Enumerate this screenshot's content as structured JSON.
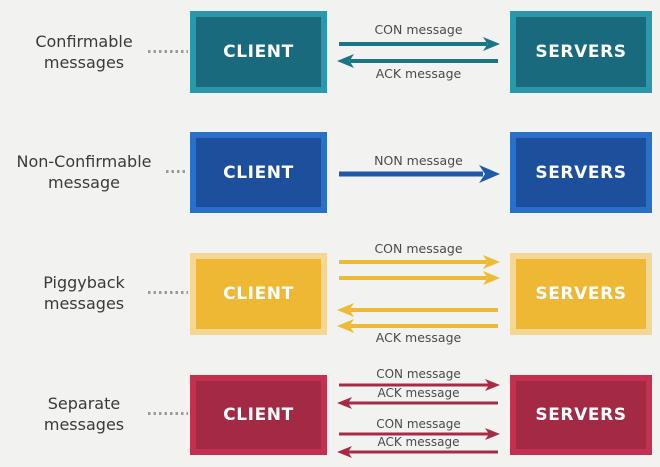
{
  "colors": {
    "background": "#f2f2f1",
    "label_text": "#3a3a3a",
    "arrow_label_text": "#4a4a4a",
    "box_text": "#ffffff",
    "dotted_line": "#9a9a9a",
    "teal_border": "#2b97aa",
    "teal_fill": "#196a7c",
    "teal_arrow": "#1a7585",
    "blue_border": "#2b70c8",
    "blue_fill": "#1c4f9c",
    "blue_arrow": "#1d5aa9",
    "yellow_border": "#f4d795",
    "yellow_fill": "#eeb835",
    "yellow_arrow": "#efba33",
    "red_border": "#c43150",
    "red_fill": "#a32945",
    "red_arrow": "#a62c45"
  },
  "rows": [
    {
      "name": "confirmable",
      "label_line1": "Confirmable",
      "label_line2": "messages",
      "client_label": "CLIENT",
      "server_label": "SERVERS",
      "arrows": [
        {
          "label": "CON message",
          "direction": "right"
        },
        {
          "label": "ACK message",
          "direction": "left"
        }
      ]
    },
    {
      "name": "non-confirmable",
      "label_line1": "Non-Confirmable",
      "label_line2": "message",
      "client_label": "CLIENT",
      "server_label": "SERVERS",
      "arrows": [
        {
          "label": "NON message",
          "direction": "right"
        }
      ]
    },
    {
      "name": "piggyback",
      "label_line1": "Piggyback",
      "label_line2": "messages",
      "client_label": "CLIENT",
      "server_label": "SERVERS",
      "arrows": [
        {
          "label": "CON message",
          "direction": "right"
        },
        {
          "label": "",
          "direction": "right"
        },
        {
          "label": "",
          "direction": "left"
        },
        {
          "label": "ACK message",
          "direction": "left"
        }
      ]
    },
    {
      "name": "separate",
      "label_line1": "Separate",
      "label_line2": "messages",
      "client_label": "CLIENT",
      "server_label": "SERVERS",
      "arrows": [
        {
          "label": "CON message",
          "direction": "right"
        },
        {
          "label": "ACK message",
          "direction": "left"
        },
        {
          "label": "CON message",
          "direction": "right"
        },
        {
          "label": "ACK message",
          "direction": "left"
        }
      ]
    }
  ]
}
